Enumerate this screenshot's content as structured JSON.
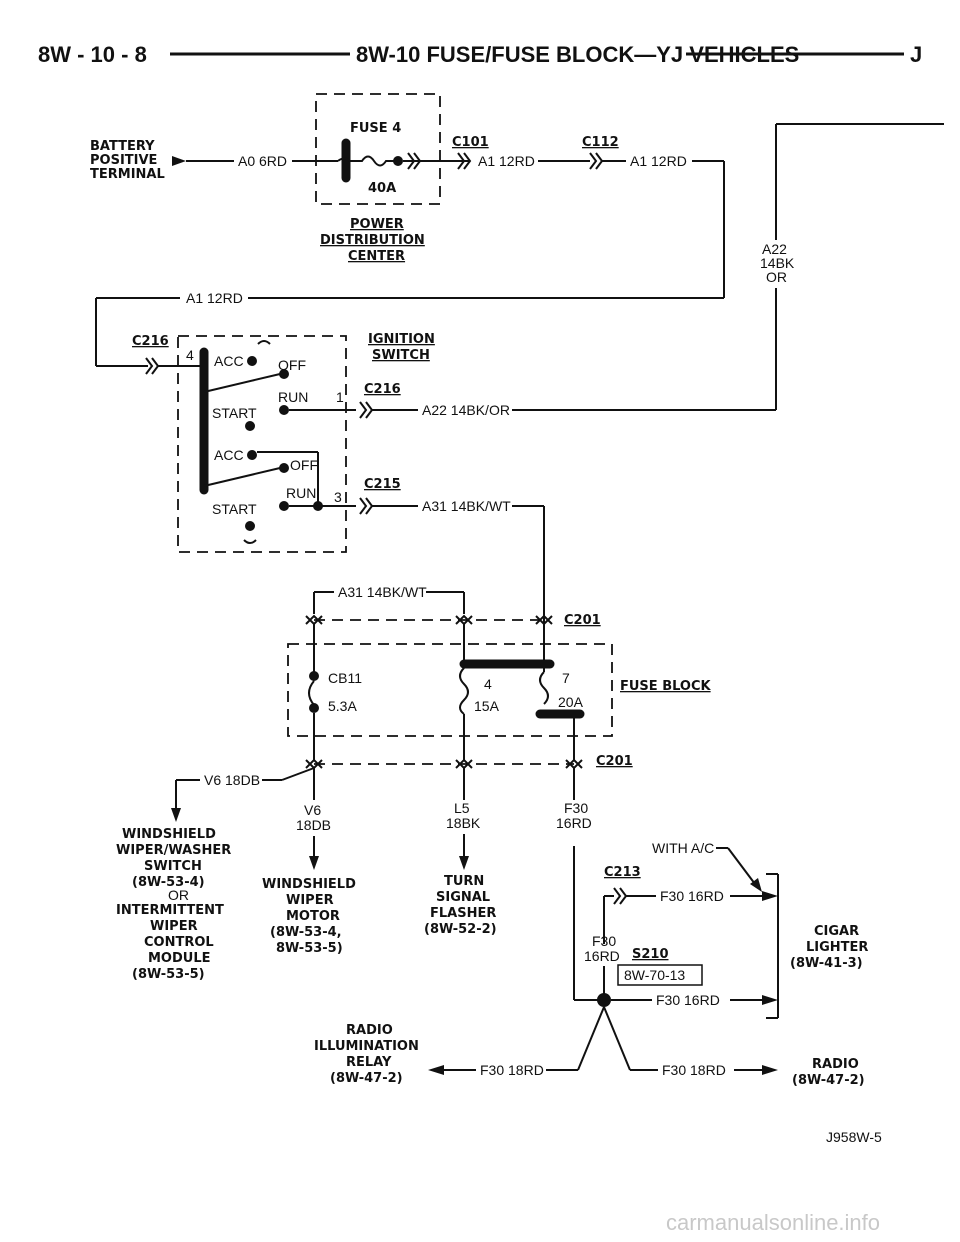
{
  "header": {
    "page_number": "8W - 10 - 8",
    "title": "8W-10 FUSE/FUSE BLOCK—YJ VEHICLES",
    "section_letter": "J"
  },
  "pdc": {
    "battery_lines": [
      "BATTERY",
      "POSITIVE",
      "TERMINAL"
    ],
    "wire_a0": "A0 6RD",
    "fuse_label": "FUSE 4",
    "fuse_rating": "40A",
    "connector_c101": "C101",
    "connector_c112": "C112",
    "wire_a1_1": "A1 12RD",
    "wire_a1_2": "A1 12RD",
    "wire_a1_3": "A1 12RD",
    "name_lines": [
      "POWER",
      "DISTRIBUTION",
      "CENTER"
    ],
    "a22_lines": [
      "A22",
      "14BK",
      "OR"
    ]
  },
  "ignition": {
    "connector_in": "C216",
    "pin_in": "4",
    "title_lines": [
      "IGNITION",
      "SWITCH"
    ],
    "pos_acc": "ACC",
    "pos_off": "OFF",
    "pos_run": "RUN",
    "pos_start": "START",
    "pin_1": "1",
    "pin_3": "3",
    "connector_out1": "C216",
    "connector_out2": "C215",
    "wire_a22": "A22 14BK/OR",
    "wire_a31": "A31 14BK/WT"
  },
  "fuse_block": {
    "wire_a31": "A31 14BK/WT",
    "connector_top": "C201",
    "connector_bottom": "C201",
    "title": "FUSE BLOCK",
    "cb11": "CB11",
    "cb11_rating": "5.3A",
    "fuse4": "4",
    "fuse4_rating": "15A",
    "fuse7": "7",
    "fuse7_rating": "20A"
  },
  "outputs": {
    "wire_v6_side": "V6 18DB",
    "wiper_switch_lines": [
      "WINDSHIELD",
      "WIPER/WASHER",
      "SWITCH",
      "(8W-53-4)",
      "OR",
      "INTERMITTENT",
      "WIPER",
      "CONTROL",
      "MODULE",
      "(8W-53-5)"
    ],
    "v6_lines": [
      "V6",
      "18DB"
    ],
    "wiper_motor_lines": [
      "WINDSHIELD",
      "WIPER",
      "MOTOR",
      "(8W-53-4,",
      "8W-53-5)"
    ],
    "l5_lines": [
      "L5",
      "18BK"
    ],
    "turn_lines": [
      "TURN",
      "SIGNAL",
      "FLASHER",
      "(8W-52-2)"
    ],
    "f30_lines": [
      "F30",
      "16RD"
    ],
    "with_ac": "WITH A/C",
    "connector_c213": "C213",
    "wire_f30_c213": "F30 16RD",
    "f30_mid_lines": [
      "F30",
      "16RD"
    ],
    "splice": "S210",
    "splice_ref": "8W-70-13",
    "wire_f30_splice": "F30 16RD",
    "cigar_lines": [
      "CIGAR",
      "LIGHTER",
      "(8W-41-3)"
    ],
    "relay_lines": [
      "RADIO",
      "ILLUMINATION",
      "RELAY",
      "(8W-47-2)"
    ],
    "wire_f30_relay": "F30 18RD",
    "wire_f30_radio": "F30 18RD",
    "radio_lines": [
      "RADIO",
      "(8W-47-2)"
    ]
  },
  "figure_id": "J958W-5",
  "watermark": "carmanualsonline.info"
}
